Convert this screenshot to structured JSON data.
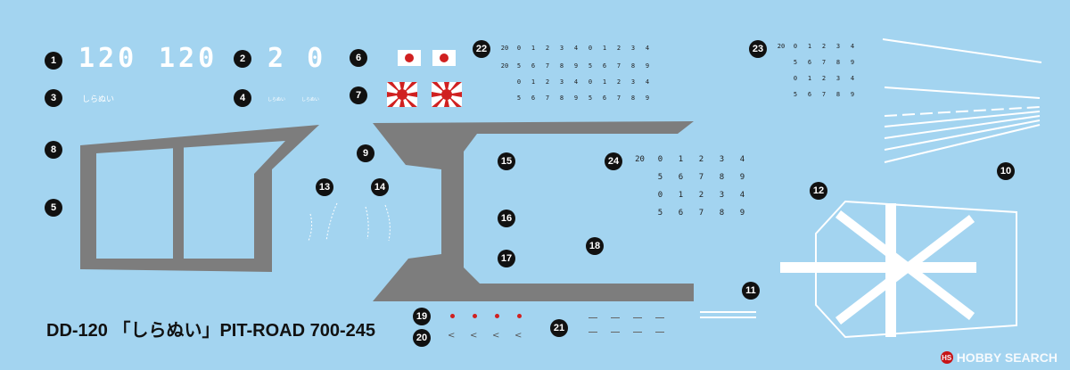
{
  "hull_number_a": "120",
  "hull_number_b": "120",
  "hull_number_c": "2 0",
  "ship_name_kana": "しらぬい",
  "small_name_a": "しらぬい",
  "small_name_b": "しらぬい",
  "title": "DD-120 「しらぬい」PIT-ROAD 700-245",
  "watermark": "HOBBY SEARCH",
  "watermark_badge": "HS",
  "markers": [
    "1",
    "2",
    "3",
    "4",
    "5",
    "6",
    "7",
    "8",
    "9",
    "10",
    "11",
    "12",
    "13",
    "14",
    "15",
    "16",
    "17",
    "18",
    "19",
    "20",
    "21",
    "22",
    "23",
    "24"
  ],
  "draft_set_22": {
    "row1": [
      "20",
      "0",
      "1",
      "2",
      "3",
      "4",
      "0",
      "1",
      "2",
      "3",
      "4"
    ],
    "row2": [
      "20",
      "5",
      "6",
      "7",
      "8",
      "9",
      "5",
      "6",
      "7",
      "8",
      "9"
    ],
    "row3": [
      "",
      "0",
      "1",
      "2",
      "3",
      "4",
      "0",
      "1",
      "2",
      "3",
      "4"
    ],
    "row4": [
      "",
      "5",
      "6",
      "7",
      "8",
      "9",
      "5",
      "6",
      "7",
      "8",
      "9"
    ]
  },
  "draft_set_23": {
    "row1": [
      "20",
      "0",
      "1",
      "2",
      "3",
      "4"
    ],
    "row2": [
      "",
      "5",
      "6",
      "7",
      "8",
      "9"
    ],
    "row3": [
      "",
      "0",
      "1",
      "2",
      "3",
      "4"
    ],
    "row4": [
      "",
      "5",
      "6",
      "7",
      "8",
      "9"
    ]
  },
  "draft_set_24": {
    "row1": [
      "20",
      "0",
      "1",
      "2",
      "3",
      "4"
    ],
    "row2": [
      "",
      "5",
      "6",
      "7",
      "8",
      "9"
    ],
    "row3": [
      "",
      "0",
      "1",
      "2",
      "3",
      "4"
    ],
    "row4": [
      "",
      "5",
      "6",
      "7",
      "8",
      "9"
    ]
  },
  "colors": {
    "sheet": "#a3d4f0",
    "deck_gray": "#7d7d7d",
    "marker": "#111111",
    "red": "#d02020"
  }
}
